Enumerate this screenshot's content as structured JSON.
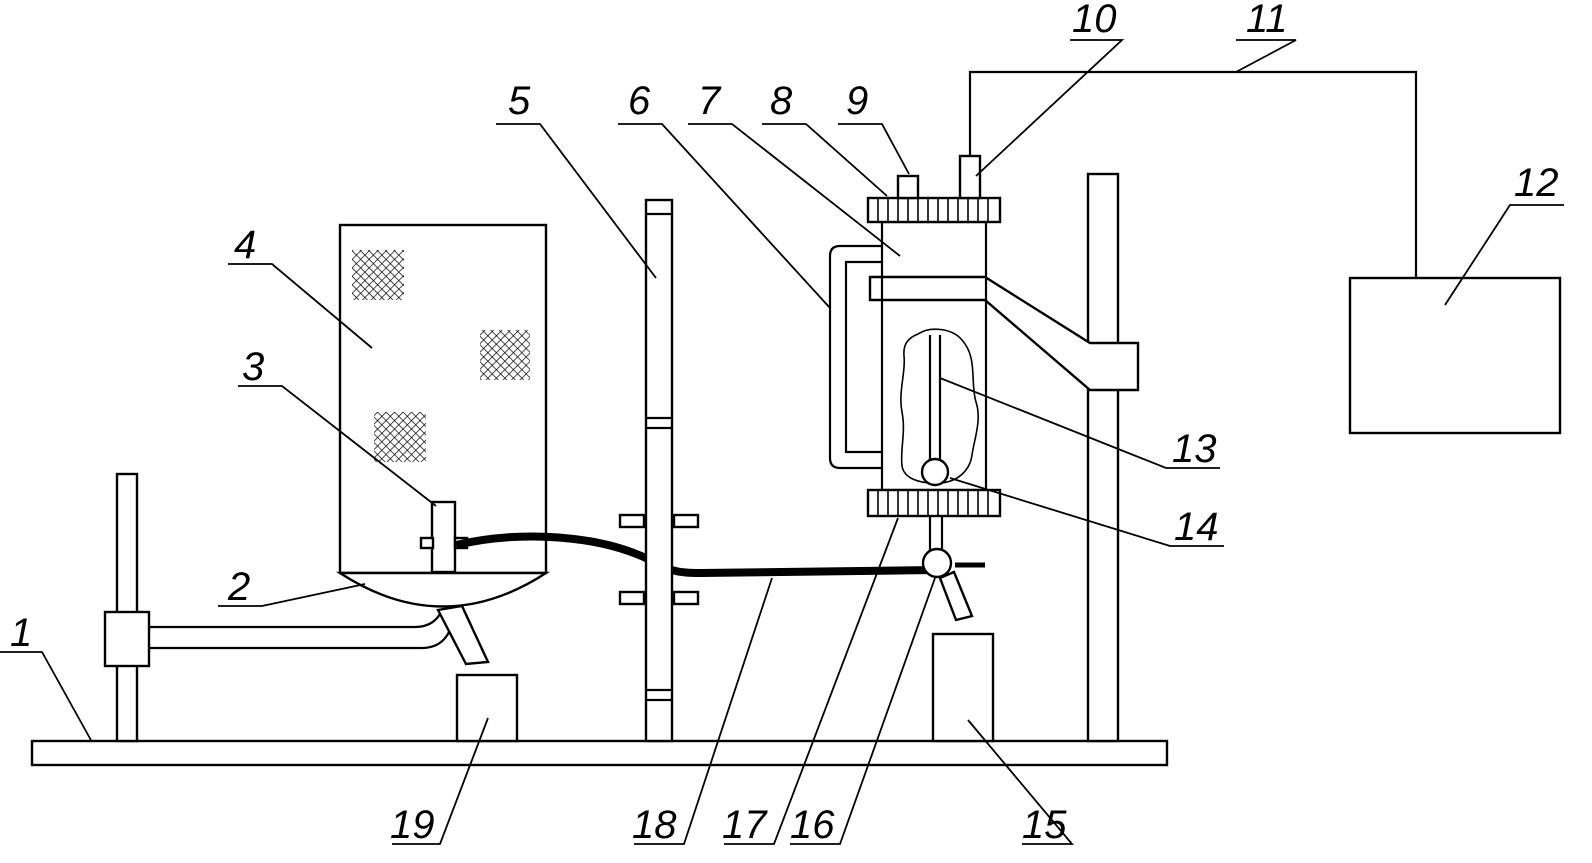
{
  "labels": {
    "n1": "1",
    "n2": "2",
    "n3": "3",
    "n4": "4",
    "n5": "5",
    "n6": "6",
    "n7": "7",
    "n8": "8",
    "n9": "9",
    "n10": "10",
    "n11": "11",
    "n12": "12",
    "n13": "13",
    "n14": "14",
    "n15": "15",
    "n16": "16",
    "n17": "17",
    "n18": "18",
    "n19": "19"
  },
  "colors": {
    "stroke": "#000000",
    "background": "#ffffff"
  }
}
